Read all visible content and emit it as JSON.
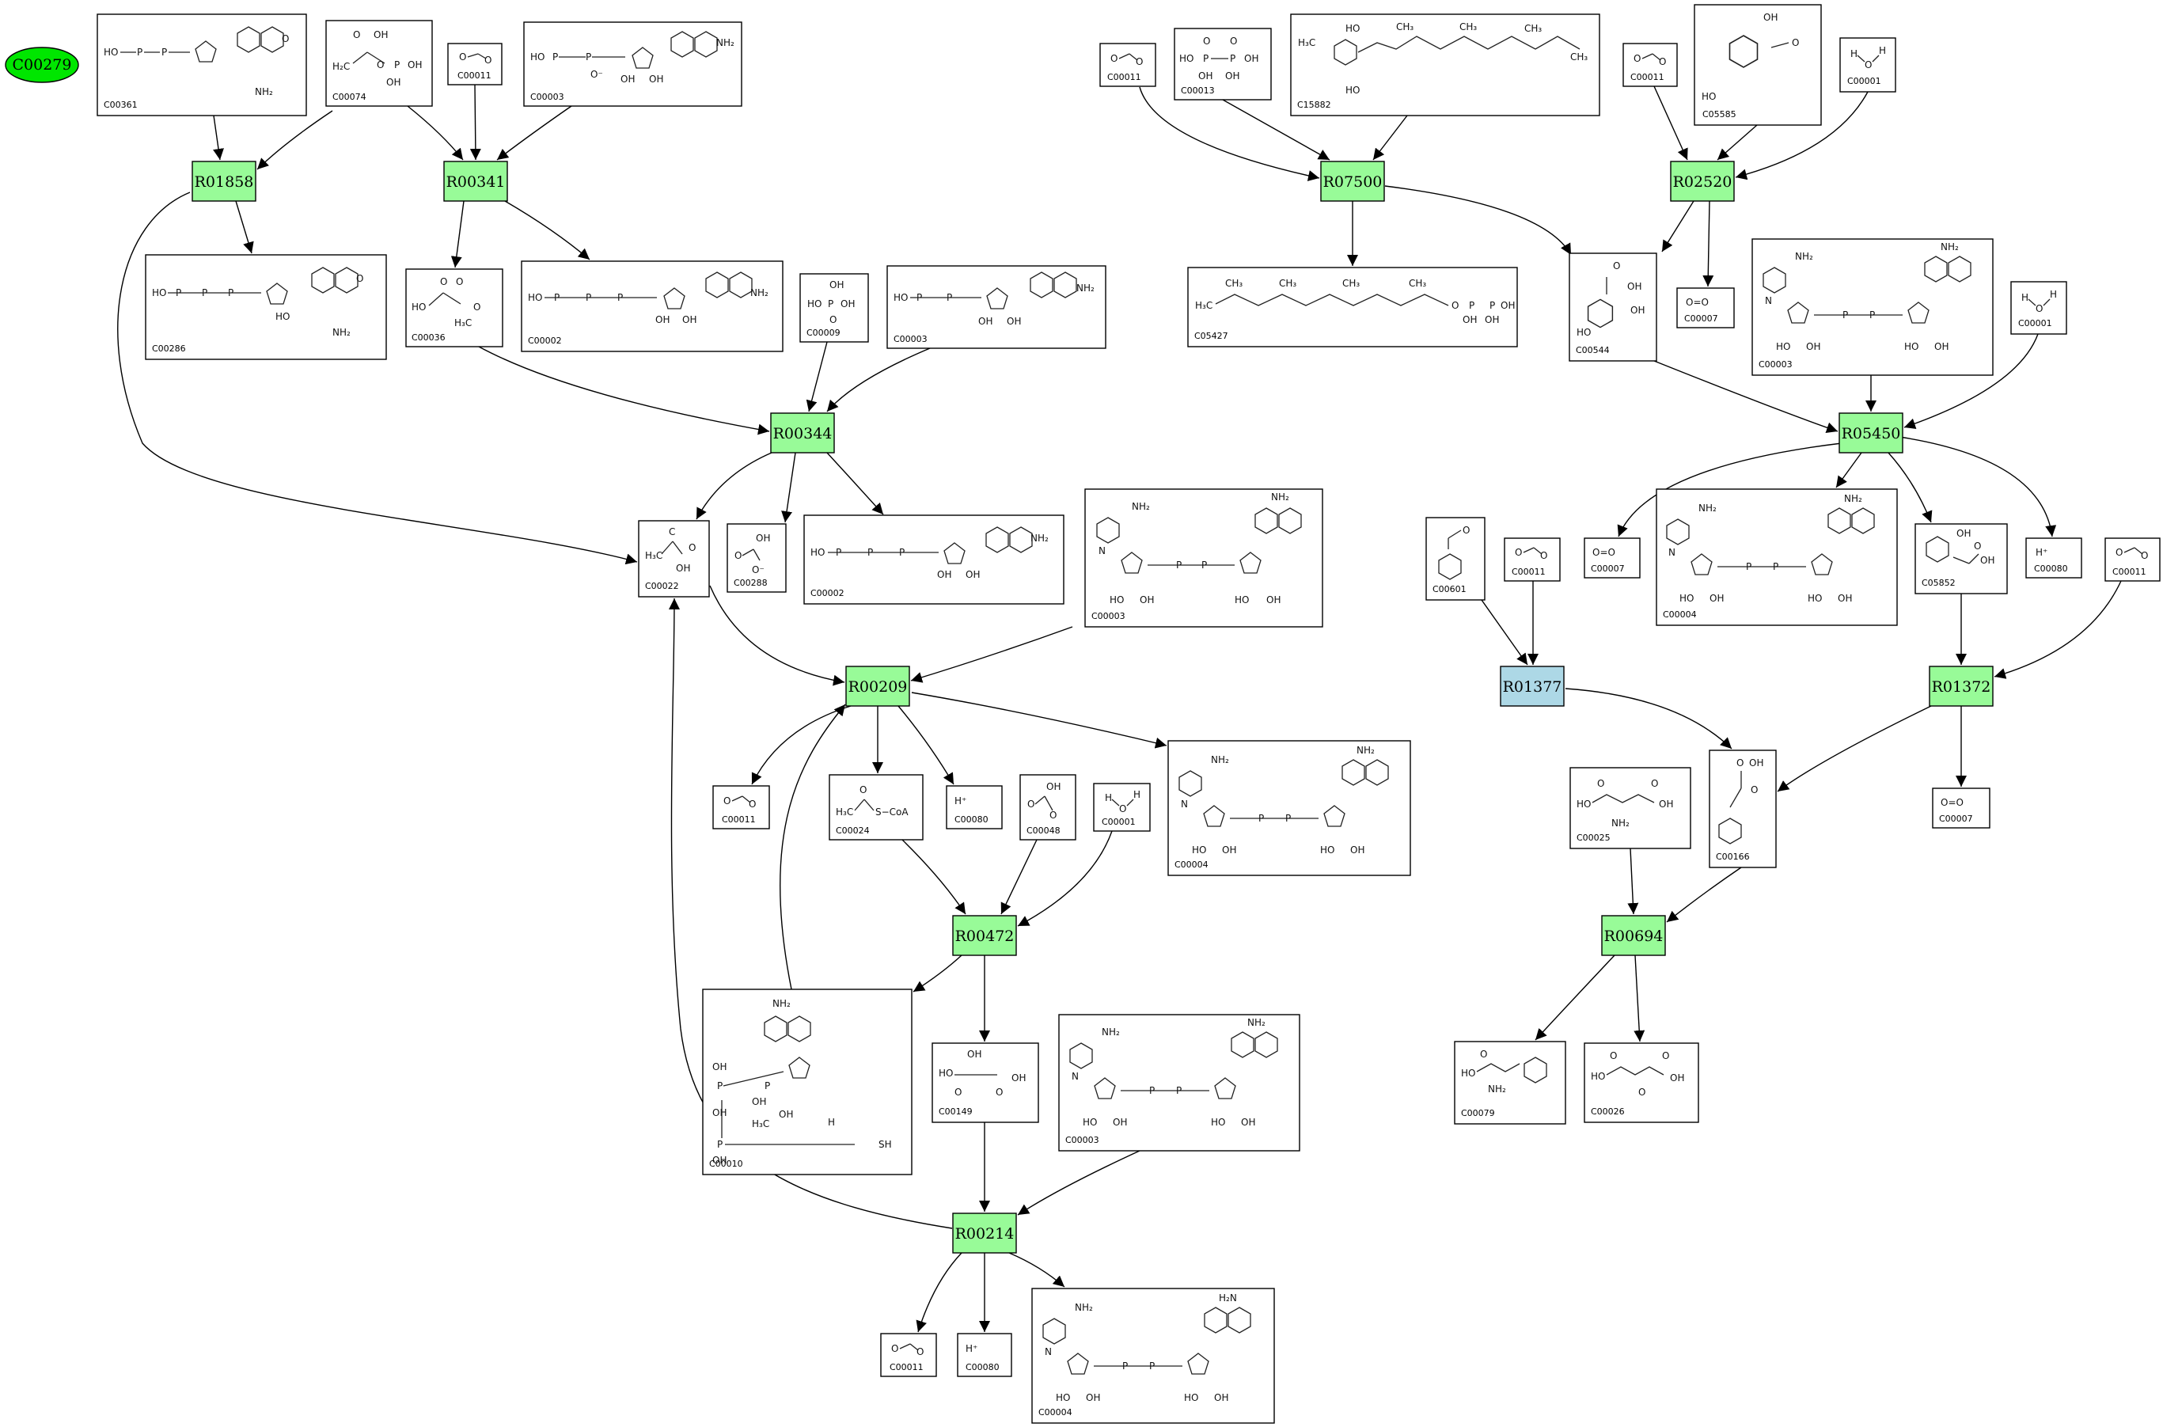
{
  "colors": {
    "reaction_fill": "#98fb98",
    "reaction_highlight_fill": "#add8e6",
    "entry_fill": "#00e600",
    "edge": "#000000",
    "box_stroke": "#000000"
  },
  "entry": {
    "id": "C00279"
  },
  "reactions": [
    {
      "id": "R01858",
      "style": "normal"
    },
    {
      "id": "R00341",
      "style": "normal"
    },
    {
      "id": "R00344",
      "style": "normal"
    },
    {
      "id": "R00209",
      "style": "normal"
    },
    {
      "id": "R00472",
      "style": "normal"
    },
    {
      "id": "R00214",
      "style": "normal"
    },
    {
      "id": "R07500",
      "style": "normal"
    },
    {
      "id": "R02520",
      "style": "normal"
    },
    {
      "id": "R05450",
      "style": "normal"
    },
    {
      "id": "R01377",
      "style": "highlight"
    },
    {
      "id": "R01372",
      "style": "normal"
    },
    {
      "id": "R00694",
      "style": "normal"
    }
  ],
  "compounds": [
    {
      "id": "C00361",
      "caption": "C00361"
    },
    {
      "id": "C00074",
      "caption": "C00074"
    },
    {
      "id": "C00011_a",
      "caption": "C00011"
    },
    {
      "id": "C00003_a",
      "caption": "C00003"
    },
    {
      "id": "C00286",
      "caption": "C00286"
    },
    {
      "id": "C00036",
      "caption": "C00036"
    },
    {
      "id": "C00002_a",
      "caption": "C00002"
    },
    {
      "id": "C00009",
      "caption": "C00009"
    },
    {
      "id": "C00003_b",
      "caption": "C00003"
    },
    {
      "id": "C00022",
      "caption": "C00022"
    },
    {
      "id": "C00288",
      "caption": "C00288"
    },
    {
      "id": "C00002_b",
      "caption": "C00002"
    },
    {
      "id": "C00003_c",
      "caption": "C00003"
    },
    {
      "id": "C00011_b",
      "caption": "C00011"
    },
    {
      "id": "C00024",
      "caption": "C00024"
    },
    {
      "id": "C00080_a",
      "caption": "C00080"
    },
    {
      "id": "C00048",
      "caption": "C00048"
    },
    {
      "id": "C00001_a",
      "caption": "C00001"
    },
    {
      "id": "C00004_a",
      "caption": "C00004"
    },
    {
      "id": "C00010",
      "caption": "C00010"
    },
    {
      "id": "C00149",
      "caption": "C00149"
    },
    {
      "id": "C00003_d",
      "caption": "C00003"
    },
    {
      "id": "C00011_c",
      "caption": "C00011"
    },
    {
      "id": "C00080_b",
      "caption": "C00080"
    },
    {
      "id": "C00004_b",
      "caption": "C00004"
    },
    {
      "id": "C00011_d",
      "caption": "C00011"
    },
    {
      "id": "C00013",
      "caption": "C00013"
    },
    {
      "id": "C15882",
      "caption": "C15882"
    },
    {
      "id": "C00011_e",
      "caption": "C00011"
    },
    {
      "id": "C05585",
      "caption": "C05585"
    },
    {
      "id": "C00001_b",
      "caption": "C00001"
    },
    {
      "id": "C05427",
      "caption": "C05427"
    },
    {
      "id": "C00544",
      "caption": "C00544"
    },
    {
      "id": "C00007_a",
      "caption": "C00007"
    },
    {
      "id": "C00003_e",
      "caption": "C00003"
    },
    {
      "id": "C00001_c",
      "caption": "C00001"
    },
    {
      "id": "C00601",
      "caption": "C00601"
    },
    {
      "id": "C00011_f",
      "caption": "C00011"
    },
    {
      "id": "C00007_b",
      "caption": "C00007"
    },
    {
      "id": "C00004_c",
      "caption": "C00004"
    },
    {
      "id": "C05852",
      "caption": "C05852"
    },
    {
      "id": "C00080_c",
      "caption": "C00080"
    },
    {
      "id": "C00011_g",
      "caption": "C00011"
    },
    {
      "id": "C00025",
      "caption": "C00025"
    },
    {
      "id": "C00166",
      "caption": "C00166"
    },
    {
      "id": "C00007_c",
      "caption": "C00007"
    },
    {
      "id": "C00079",
      "caption": "C00079"
    },
    {
      "id": "C00026",
      "caption": "C00026"
    }
  ],
  "atom_labels": {
    "h_plus": "H⁺",
    "dioxygen": "O=O",
    "water_h": "H",
    "water_o": "O",
    "oh": "OH",
    "ho": "HO",
    "o": "O",
    "p": "P",
    "n": "N",
    "nh2": "NH₂",
    "h2n": "H₂N",
    "ch3": "CH₃",
    "h3c": "H₃C",
    "h2c": "H₂C",
    "sh": "SH",
    "o_minus": "O⁻",
    "s_coa": "S−CoA",
    "c": "C",
    "h": "H"
  }
}
